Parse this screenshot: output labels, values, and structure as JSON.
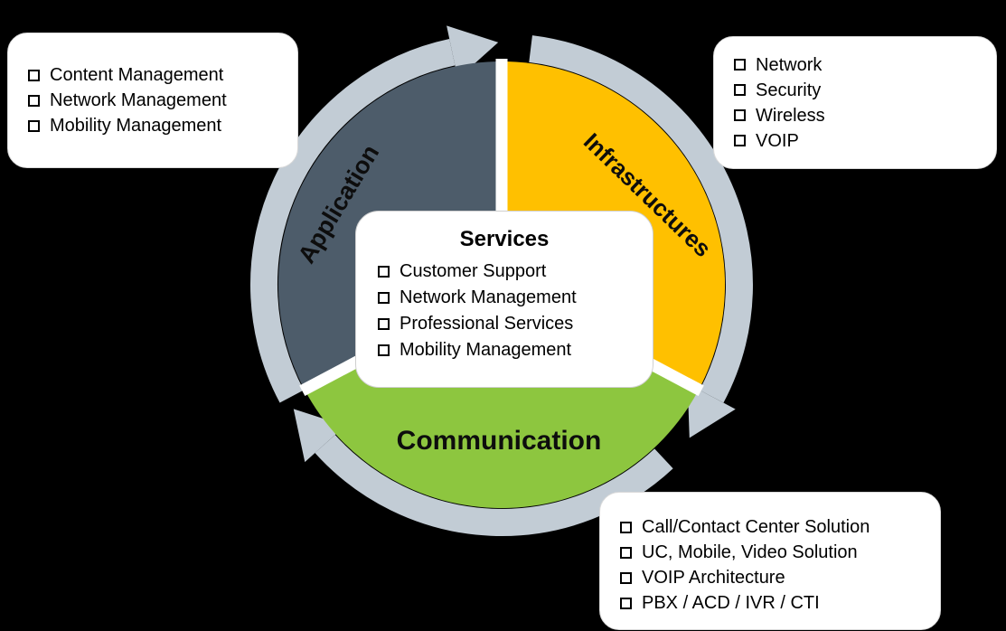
{
  "background_color": "#000000",
  "icons": {
    "checkbox": "□",
    "flow_arrow": "clockwise-arrowhead"
  },
  "diagram": {
    "ring_color": "#C2CCD5",
    "separator_color": "#FFFFFF",
    "segments": [
      {
        "id": "application",
        "label": "Application",
        "color": "#4D5C6A"
      },
      {
        "id": "infrastructures",
        "label": "Infrastructures",
        "color": "#FFC000"
      },
      {
        "id": "communication",
        "label": "Communication",
        "color": "#8DC63F"
      }
    ],
    "center_box": {
      "title": "Services",
      "items": [
        "Customer Support",
        "Network Management",
        "Professional Services",
        "Mobility Management"
      ]
    },
    "callouts": [
      {
        "for": "application",
        "items": [
          "Content Management",
          "Network Management",
          "Mobility Management"
        ]
      },
      {
        "for": "infrastructures",
        "items": [
          "Network",
          "Security",
          "Wireless",
          "VOIP"
        ]
      },
      {
        "for": "communication",
        "items": [
          "Call/Contact Center Solution",
          "UC, Mobile, Video Solution",
          "VOIP Architecture",
          "PBX / ACD / IVR / CTI"
        ]
      }
    ]
  }
}
